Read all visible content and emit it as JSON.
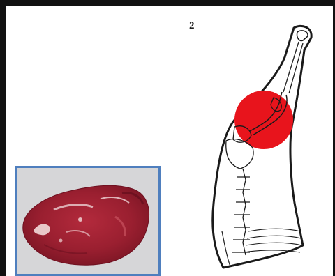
{
  "figure": {
    "marker_text": "2",
    "highlight_color": "#e8141c",
    "photo_border_color": "#4f7fbe",
    "frame_color": "#111111",
    "icons": {
      "photo": "raw-beef-cut-photo",
      "diagram": "carcass-skeleton-diagram",
      "highlight": "cut-location-highlight"
    }
  }
}
